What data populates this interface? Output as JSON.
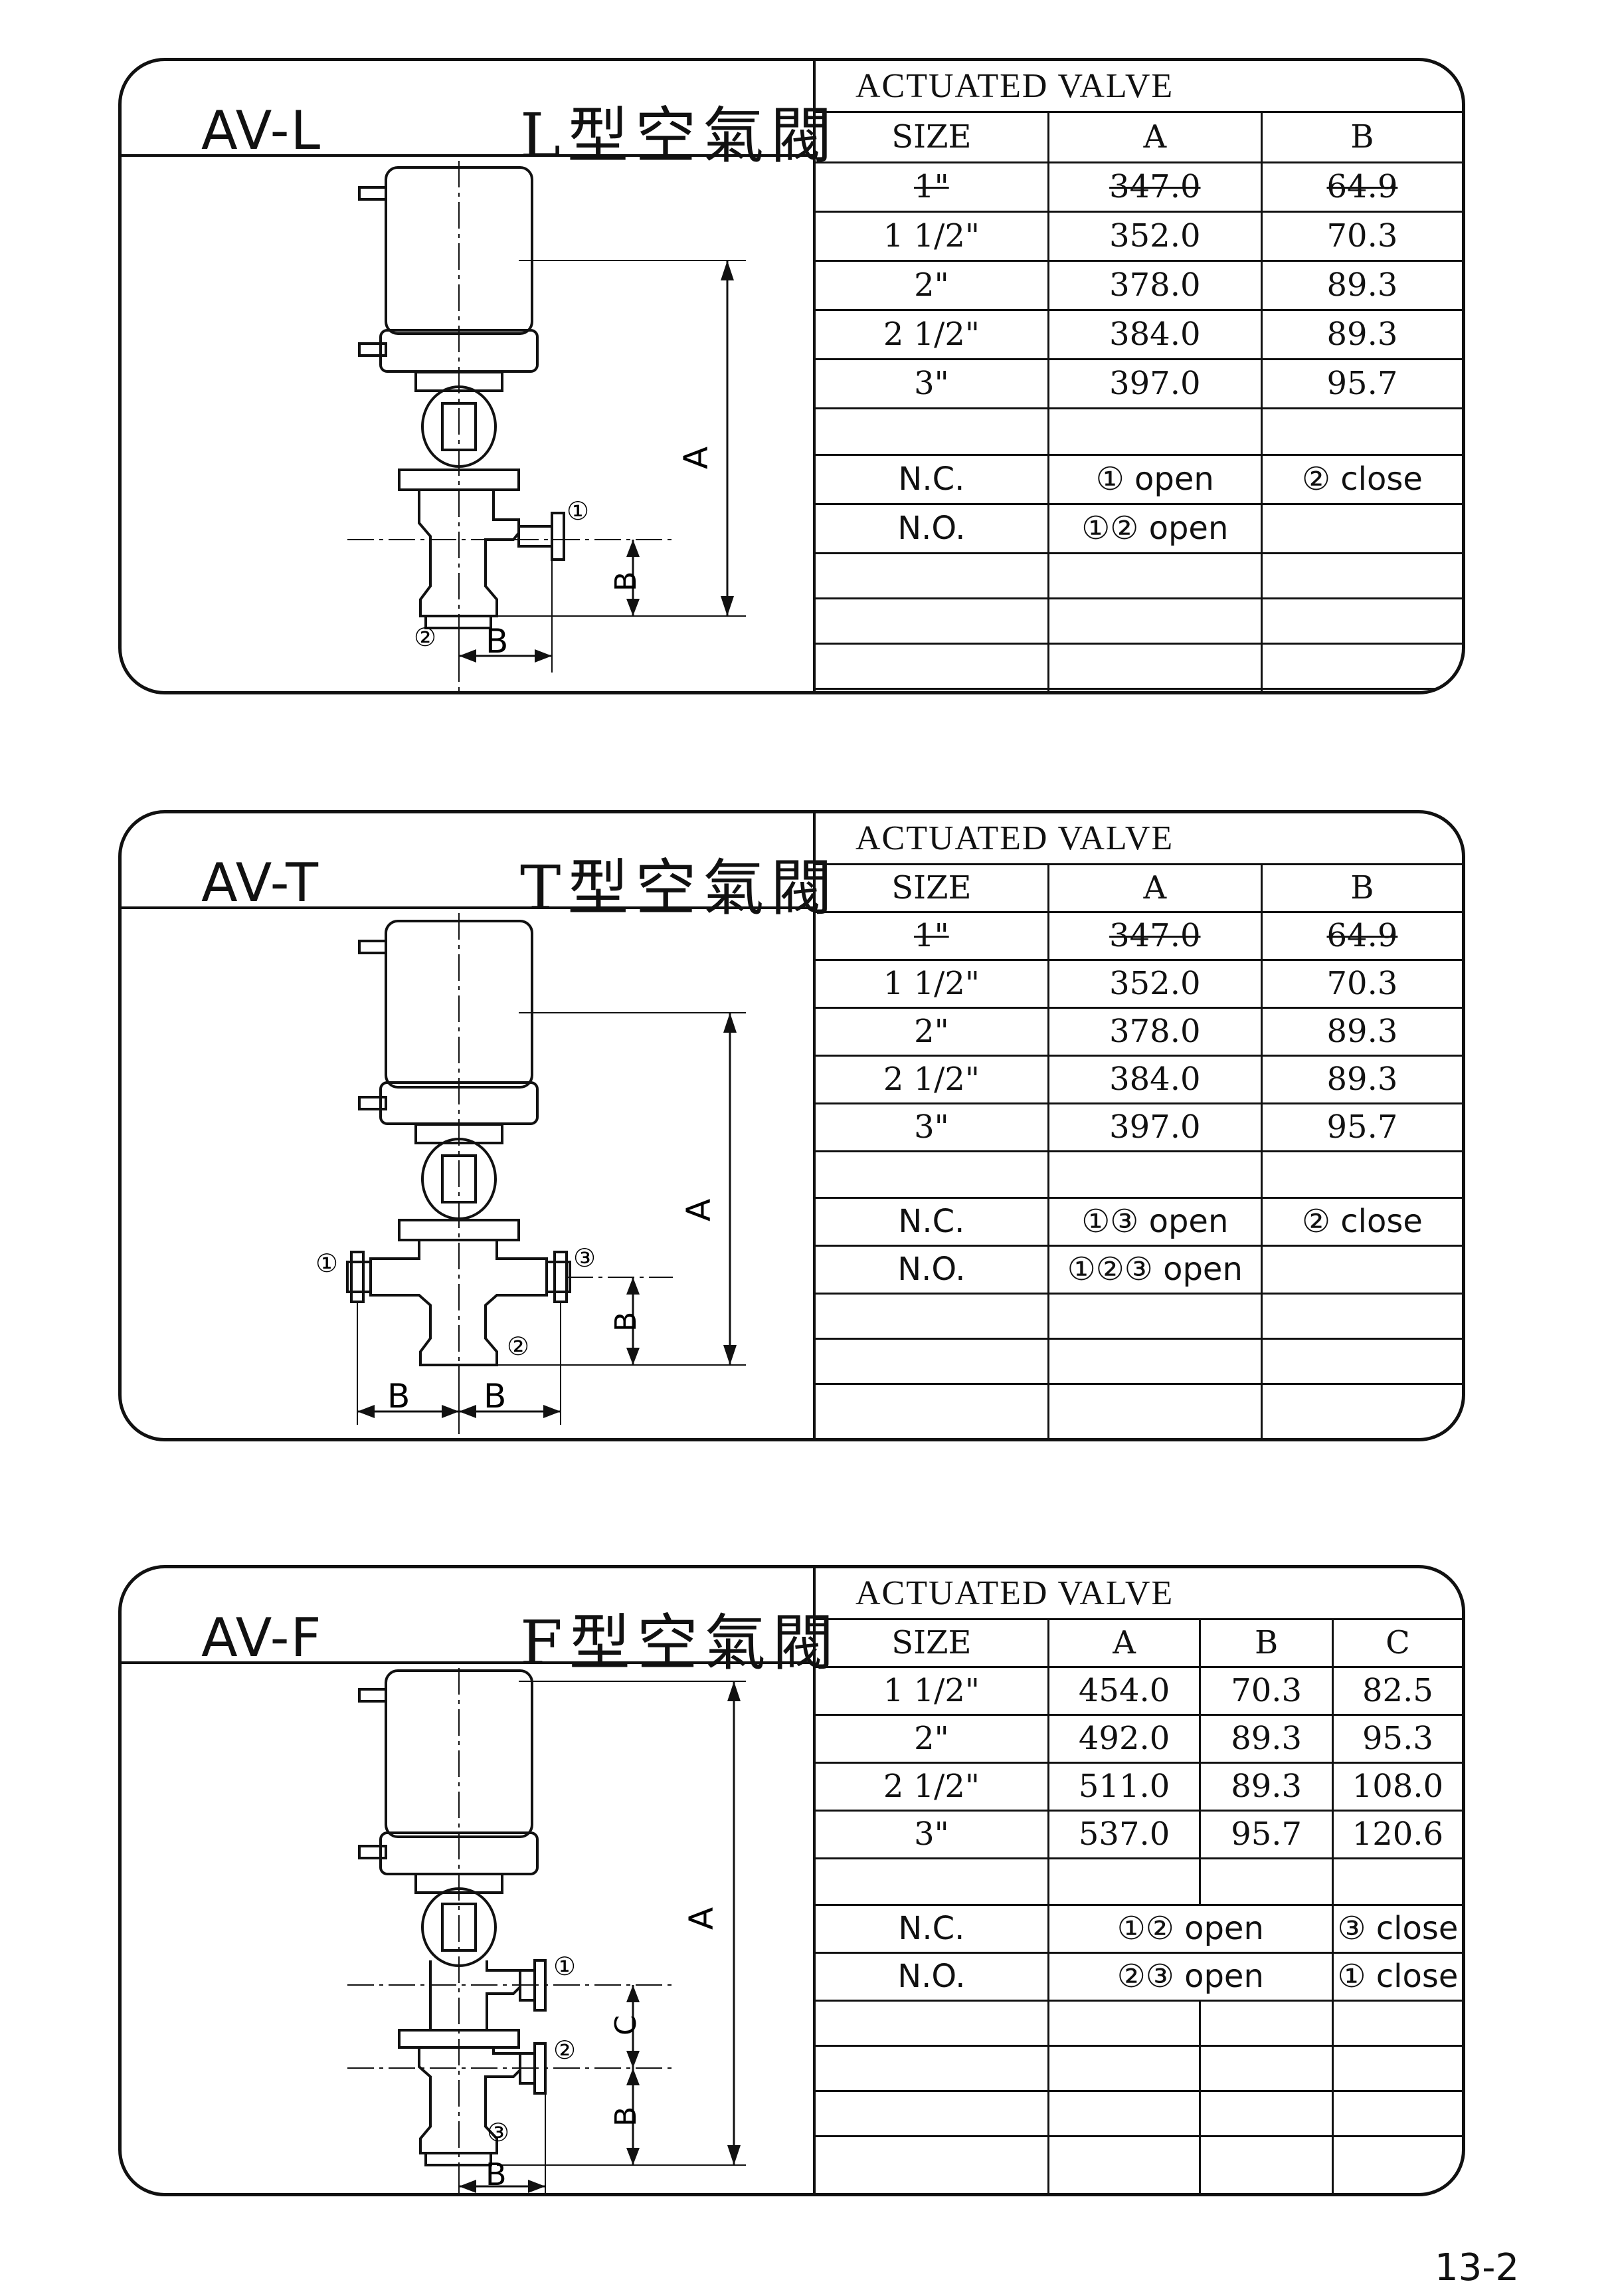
{
  "page_number": "13-2",
  "sections": [
    {
      "model": "AV-L",
      "chinese_name": "L型空氣閥",
      "table_title": "ACTUATED VALVE",
      "columns": [
        "SIZE",
        "A",
        "B"
      ],
      "rows": [
        {
          "size": "1\"",
          "a": "347.0",
          "b": "64.9",
          "struck": true
        },
        {
          "size": "1 1/2\"",
          "a": "352.0",
          "b": "70.3"
        },
        {
          "size": "2\"",
          "a": "378.0",
          "b": "89.3"
        },
        {
          "size": "2 1/2\"",
          "a": "384.0",
          "b": "89.3"
        },
        {
          "size": "3\"",
          "a": "397.0",
          "b": "95.7"
        }
      ],
      "nc": {
        "label": "N.C.",
        "open": "① open",
        "close": "② close"
      },
      "no": {
        "label": "N.O.",
        "open": "①② open",
        "close": ""
      },
      "drawing_labels": {
        "port1": "①",
        "port2": "②",
        "dim_a": "A",
        "dim_b": "B"
      }
    },
    {
      "model": "AV-T",
      "chinese_name": "T型空氣閥",
      "table_title": "ACTUATED VALVE",
      "columns": [
        "SIZE",
        "A",
        "B"
      ],
      "rows": [
        {
          "size": "1\"",
          "a": "347.0",
          "b": "64.9",
          "struck": true
        },
        {
          "size": "1 1/2\"",
          "a": "352.0",
          "b": "70.3"
        },
        {
          "size": "2\"",
          "a": "378.0",
          "b": "89.3"
        },
        {
          "size": "2 1/2\"",
          "a": "384.0",
          "b": "89.3"
        },
        {
          "size": "3\"",
          "a": "397.0",
          "b": "95.7"
        }
      ],
      "nc": {
        "label": "N.C.",
        "open": "①③ open",
        "close": "② close"
      },
      "no": {
        "label": "N.O.",
        "open": "①②③ open",
        "close": ""
      },
      "drawing_labels": {
        "port1": "①",
        "port2": "②",
        "port3": "③",
        "dim_a": "A",
        "dim_b": "B"
      }
    },
    {
      "model": "AV-F",
      "chinese_name": "F型空氣閥",
      "table_title": "ACTUATED VALVE",
      "columns": [
        "SIZE",
        "A",
        "B",
        "C"
      ],
      "rows": [
        {
          "size": "1 1/2\"",
          "a": "454.0",
          "b": "70.3",
          "c": "82.5"
        },
        {
          "size": "2\"",
          "a": "492.0",
          "b": "89.3",
          "c": "95.3"
        },
        {
          "size": "2 1/2\"",
          "a": "511.0",
          "b": "89.3",
          "c": "108.0"
        },
        {
          "size": "3\"",
          "a": "537.0",
          "b": "95.7",
          "c": "120.6"
        }
      ],
      "nc": {
        "label": "N.C.",
        "open": "①② open",
        "close": "③ close"
      },
      "no": {
        "label": "N.O.",
        "open": "②③ open",
        "close": "① close"
      },
      "drawing_labels": {
        "port1": "①",
        "port2": "②",
        "port3": "③",
        "dim_a": "A",
        "dim_b": "B",
        "dim_c": "C"
      }
    }
  ]
}
